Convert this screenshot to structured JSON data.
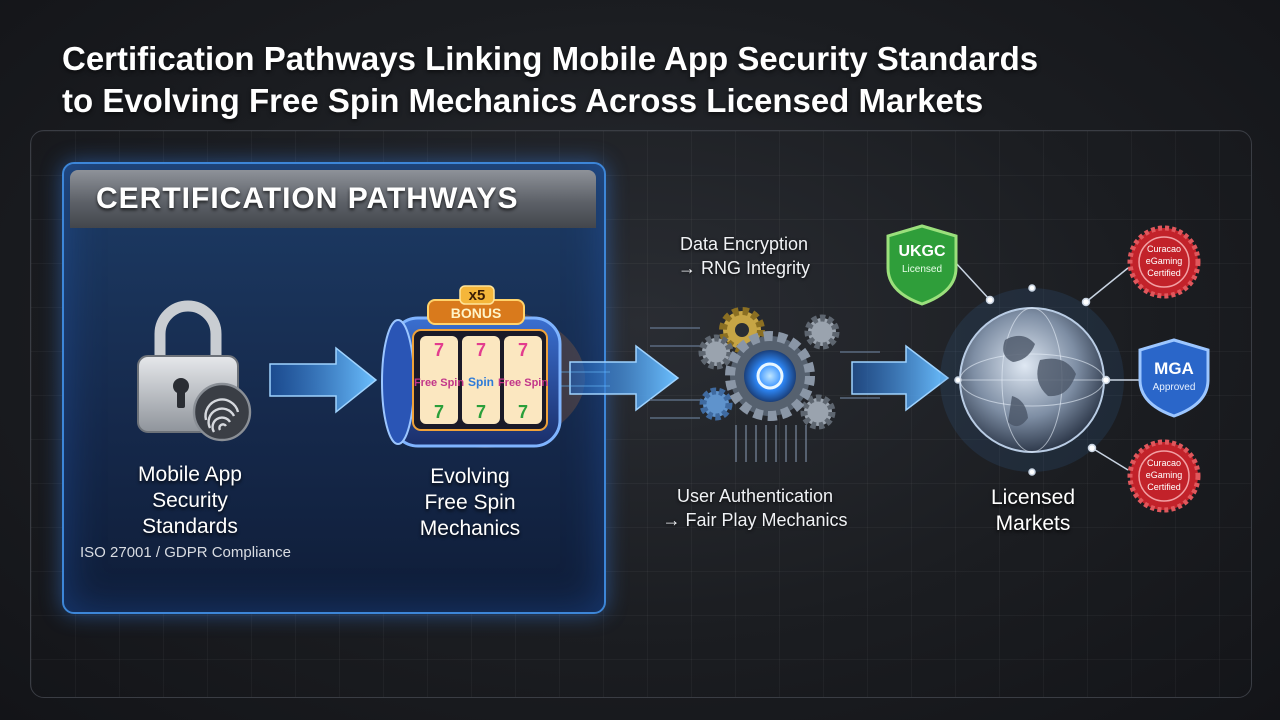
{
  "title": {
    "line1": "Certification Pathways Linking Mobile App Security Standards",
    "line2": "to Evolving Free Spin Mechanics Across Licensed Markets"
  },
  "panel": {
    "heading": "CERTIFICATION PATHWAYS"
  },
  "security": {
    "label_line1": "Mobile App",
    "label_line2": "Security",
    "label_line3": "Standards",
    "compliance": "ISO 27001 / GDPR Compliance"
  },
  "slot": {
    "multiplier": "x5",
    "bonus": "BONUS",
    "reel_text": [
      "Free Spin",
      "Spin",
      "Free Spin"
    ],
    "label_line1": "Evolving",
    "label_line2": "Free Spin",
    "label_line3": "Mechanics"
  },
  "gears": {
    "top_line1": "Data Encryption",
    "top_line2": "→ RNG Integrity",
    "bottom_line1": "User Authentication",
    "bottom_line2": "→ Fair Play Mechanics"
  },
  "markets": {
    "label_line1": "Licensed",
    "label_line2": "Markets",
    "badges": {
      "ukgc_line1": "UKGC",
      "ukgc_line2": "Licensed",
      "curacao_top_line1": "Curacao",
      "curacao_top_line2": "eGaming",
      "curacao_top_line3": "Certified",
      "mga_line1": "MGA",
      "mga_line2": "Approved",
      "curacao_bottom_line1": "Curacao",
      "curacao_bottom_line2": "eGaming",
      "curacao_bottom_line3": "Certified"
    }
  },
  "colors": {
    "panel_border": "#3d86d8",
    "arrow_blue": "#4aa3ff",
    "ukgc_green": "#2f9e3a",
    "mga_blue": "#2a66c9",
    "curacao_red": "#c2222a"
  },
  "icons": [
    "lock-icon",
    "fingerprint-icon",
    "slot-machine-icon",
    "gears-icon",
    "globe-icon"
  ]
}
